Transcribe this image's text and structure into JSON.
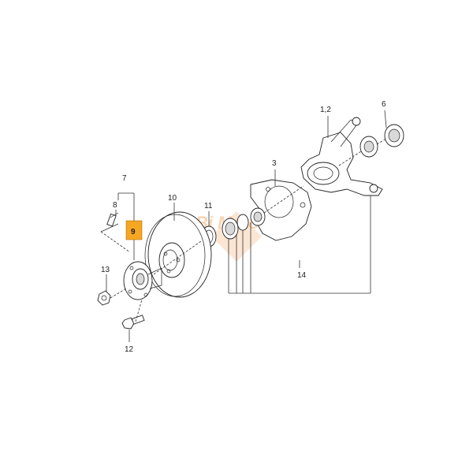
{
  "callouts": {
    "c12_top": "1,2",
    "c6": "6",
    "c3": "3",
    "c7": "7",
    "c8": "8",
    "c9": "9",
    "c10": "10",
    "c11": "11",
    "c13": "13",
    "c14": "14",
    "c12": "12"
  },
  "highlight_color": "#f5a623",
  "watermark_text": "Bi Motors"
}
